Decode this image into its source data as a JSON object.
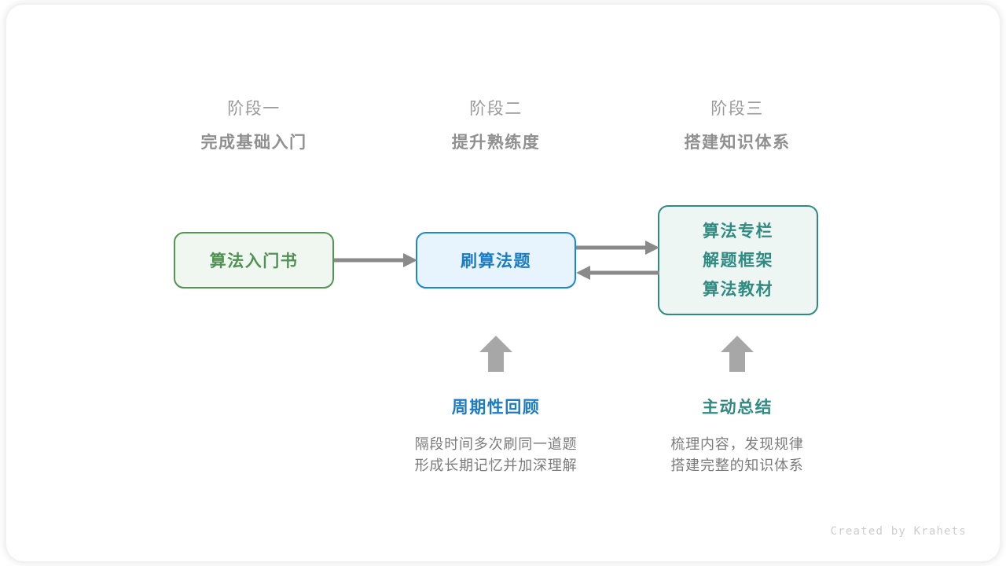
{
  "canvas": {
    "background": "#ffffff",
    "card_background": "#ffffff"
  },
  "phases": [
    {
      "label": "阶段一",
      "title": "完成基础入门"
    },
    {
      "label": "阶段二",
      "title": "提升熟练度"
    },
    {
      "label": "阶段三",
      "title": "搭建知识体系"
    }
  ],
  "nodes": {
    "book": {
      "lines": [
        "算法入门书"
      ],
      "border_color": "#539653",
      "fill_color": "#f0f7f0",
      "text_color": "#4e9152"
    },
    "practice": {
      "lines": [
        "刷算法题"
      ],
      "border_color": "#1b85d6",
      "fill_color": "#e7f3fd",
      "text_color": "#1b7cc4"
    },
    "system": {
      "lines": [
        "算法专栏",
        "解题框架",
        "算法教材"
      ],
      "border_color": "#2f8b81",
      "fill_color": "#eef6f4",
      "text_color": "#2f8b81"
    }
  },
  "arrows": {
    "color": "#8a8a8a",
    "book_to_practice": "right",
    "practice_to_system": "right",
    "system_to_practice": "left",
    "review_up": "up",
    "summary_up": "up"
  },
  "notes": [
    {
      "title": "周期性回顾",
      "title_color": "#1b7cc4",
      "body": [
        "隔段时间多次刷同一道题",
        "形成长期记忆并加深理解"
      ]
    },
    {
      "title": "主动总结",
      "title_color": "#2f8b81",
      "body": [
        "梳理内容，发现规律",
        "搭建完整的知识体系"
      ]
    }
  ],
  "credit": "Created by Krahets"
}
